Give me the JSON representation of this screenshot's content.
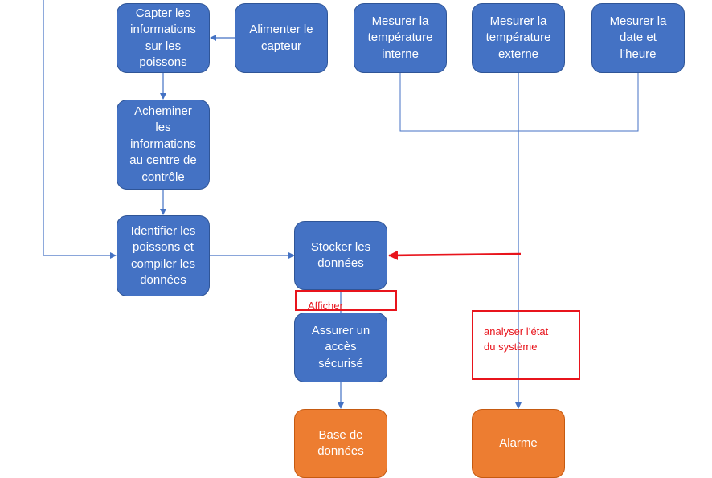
{
  "colors": {
    "process_fill": "#4472c4",
    "process_border": "#2f5597",
    "output_fill": "#ed7d31",
    "connector": "#4472c4",
    "annotation": "#e8141c"
  },
  "nodes": {
    "capter": "Capter les\ninformations\nsur les\npoissons",
    "alimenter": "Alimenter le\ncapteur",
    "temp_interne": "Mesurer la\ntempérature\ninterne",
    "temp_externe": "Mesurer la\ntempérature\nexterne",
    "date_heure": "Mesurer la\ndate et\nl’heure",
    "acheminer": "Acheminer\nles\ninformations\nau centre de\ncontrôle",
    "identifier": "Identifier les\npoissons et\ncompiler les\ndonnées",
    "stocker": "Stocker les\ndonnées",
    "acces": "Assurer un\naccès\nsécurisé",
    "base": "Base de\ndonnées",
    "alarme": "Alarme"
  },
  "annotations": {
    "afficher": "Afficher",
    "analyser": "analyser l’état\ndu système"
  }
}
